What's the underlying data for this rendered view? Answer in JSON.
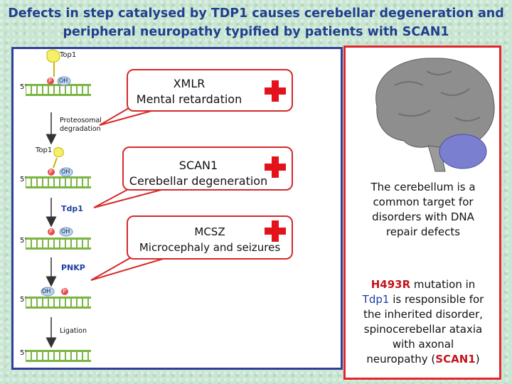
{
  "title": {
    "line1": "Defects in step catalysed by TDP1 causes cerebellar degeneration and",
    "line2": "peripheral neuropathy typified by patients with SCAN1"
  },
  "pathway": {
    "top1_1": "Top1",
    "p": "P",
    "oh": "OH",
    "five_prime": "5'",
    "proteosomal": "Proteosomal",
    "degradation": "degradation",
    "top1_2": "Top1",
    "tdp1": "Tdp1",
    "pnkp": "PNKP",
    "ligation": "Ligation"
  },
  "callouts": [
    {
      "line1": "XMLR",
      "line2": "Mental retardation"
    },
    {
      "line1": "SCAN1",
      "line2": "Cerebellar degeneration"
    },
    {
      "line1": "MCSZ",
      "line2": "Microcephaly and  seizures"
    }
  ],
  "right": {
    "cerebellum_text": [
      "The cerebellum is a",
      "common target for",
      "disorders with DNA",
      "repair defects"
    ],
    "mutation": {
      "h493r": "H493R",
      "t1": " mutation in",
      "tdp1": "Tdp1",
      "t2": " is responsible for",
      "t3": "the inherited disorder,",
      "t4": "spinocerebellar ataxia",
      "t5": "with axonal",
      "t6": "neuropathy (",
      "scan1": "SCAN1",
      "t7": ")"
    }
  },
  "colors": {
    "title": "#1f3f8f",
    "panel_border_left": "#2d3f9a",
    "panel_border_right": "#e3262b",
    "dna": "#7bb542",
    "plus": "#e3121c",
    "cerebellum": "#7a7fd0",
    "brain": "#8c8c8c"
  }
}
